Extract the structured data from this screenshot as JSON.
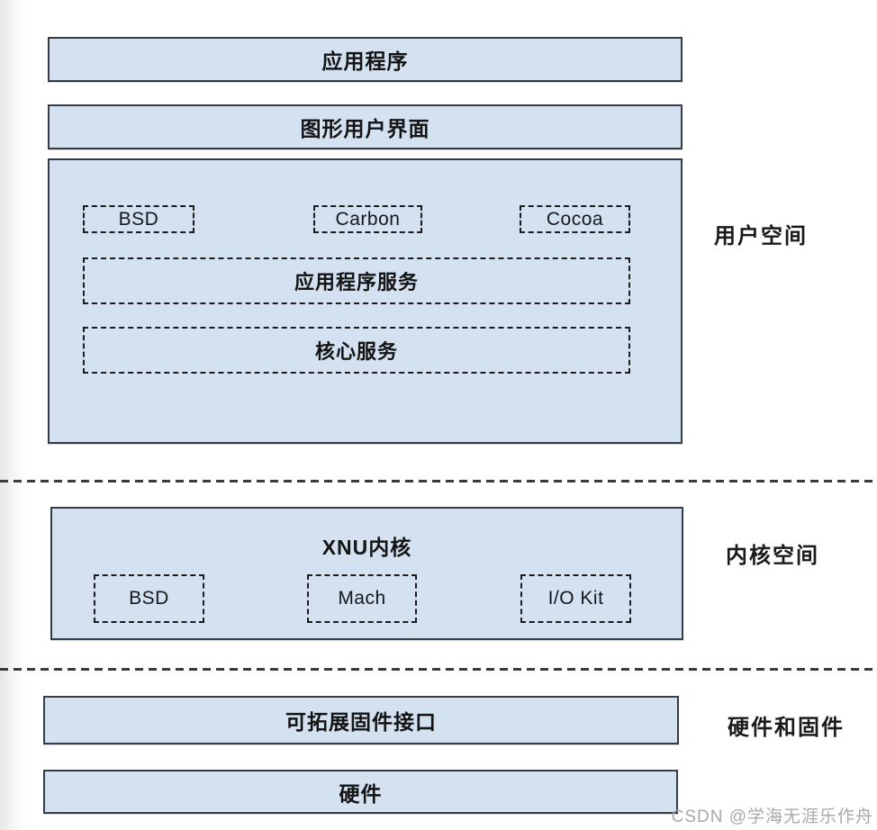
{
  "page": {
    "watermark": "CSDN @学海无涯乐作舟"
  },
  "layers": {
    "application": "应用程序",
    "gui": "图形用户界面",
    "efi": "可拓展固件接口",
    "hardware": "硬件"
  },
  "user_space": {
    "side_label": "用户空间",
    "frameworks": [
      "BSD",
      "Carbon",
      "Cocoa"
    ],
    "app_services": "应用程序服务",
    "core_services": "核心服务"
  },
  "kernel_space": {
    "side_label": "内核空间",
    "title": "XNU内核",
    "components": [
      "BSD",
      "Mach",
      "I/O Kit"
    ]
  },
  "hardware_firmware": {
    "side_label": "硬件和固件"
  },
  "colors": {
    "box_fill": "#d3e1f1",
    "box_border": "#333c47",
    "dashed_border": "#1c1c1c"
  }
}
